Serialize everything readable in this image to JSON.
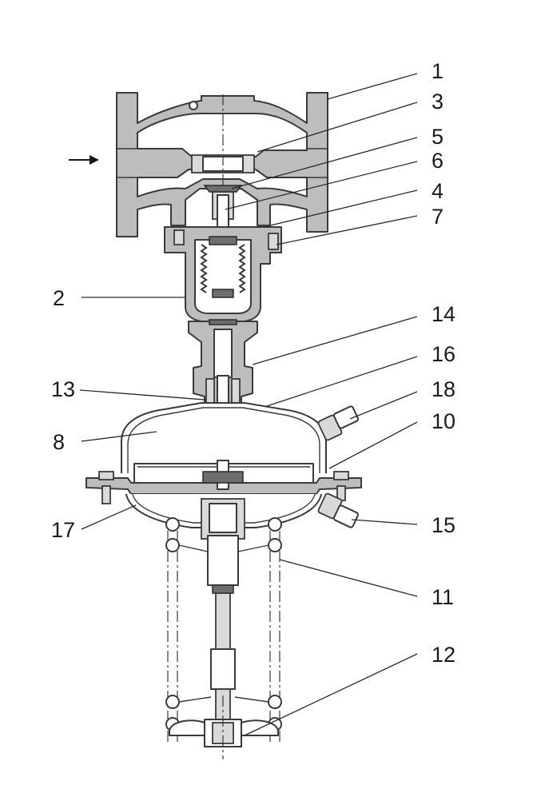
{
  "diagram": {
    "arrow": "flow-arrow-icon",
    "callouts": [
      {
        "id": "c1",
        "label": "1"
      },
      {
        "id": "c3",
        "label": "3"
      },
      {
        "id": "c5",
        "label": "5"
      },
      {
        "id": "c6",
        "label": "6"
      },
      {
        "id": "c4",
        "label": "4"
      },
      {
        "id": "c7",
        "label": "7"
      },
      {
        "id": "c2",
        "label": "2"
      },
      {
        "id": "c14",
        "label": "14"
      },
      {
        "id": "c16",
        "label": "16"
      },
      {
        "id": "c13",
        "label": "13"
      },
      {
        "id": "c18",
        "label": "18"
      },
      {
        "id": "c8",
        "label": "8"
      },
      {
        "id": "c10",
        "label": "10"
      },
      {
        "id": "c17",
        "label": "17"
      },
      {
        "id": "c15",
        "label": "15"
      },
      {
        "id": "c11",
        "label": "11"
      },
      {
        "id": "c12",
        "label": "12"
      }
    ]
  }
}
